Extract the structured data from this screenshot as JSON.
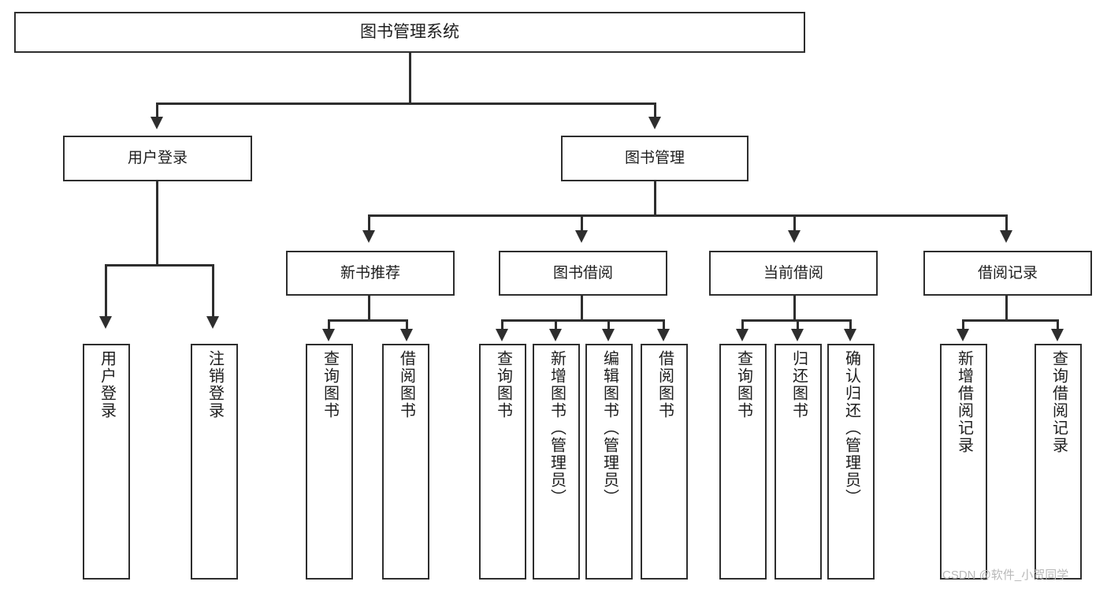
{
  "diagram": {
    "title": "图书管理系统",
    "watermark": "CSDN @软件_小贺同学",
    "colors": {
      "stroke": "#2e2e2e",
      "fill": "#ffffff",
      "text": "#1d1d1d",
      "watermark": "#b9b9b9"
    },
    "root": {
      "label": "图书管理系统"
    },
    "level1": [
      {
        "label": "用户登录"
      },
      {
        "label": "图书管理"
      }
    ],
    "level2": [
      {
        "label": "新书推荐"
      },
      {
        "label": "图书借阅"
      },
      {
        "label": "当前借阅"
      },
      {
        "label": "借阅记录"
      }
    ],
    "leaves": [
      {
        "label": "用户登录",
        "parent": "用户登录"
      },
      {
        "label": "注销登录",
        "parent": "用户登录"
      },
      {
        "label": "查询图书",
        "parent": "新书推荐"
      },
      {
        "label": "借阅图书",
        "parent": "新书推荐"
      },
      {
        "label": "查询图书",
        "parent": "图书借阅"
      },
      {
        "label": "新增图书（管理员）",
        "parent": "图书借阅"
      },
      {
        "label": "编辑图书（管理员）",
        "parent": "图书借阅"
      },
      {
        "label": "借阅图书",
        "parent": "图书借阅"
      },
      {
        "label": "查询图书",
        "parent": "当前借阅"
      },
      {
        "label": "归还图书",
        "parent": "当前借阅"
      },
      {
        "label": "确认归还（管理员）",
        "parent": "当前借阅"
      },
      {
        "label": "新增借阅记录",
        "parent": "借阅记录"
      },
      {
        "label": "查询借阅记录",
        "parent": "借阅记录"
      }
    ]
  }
}
